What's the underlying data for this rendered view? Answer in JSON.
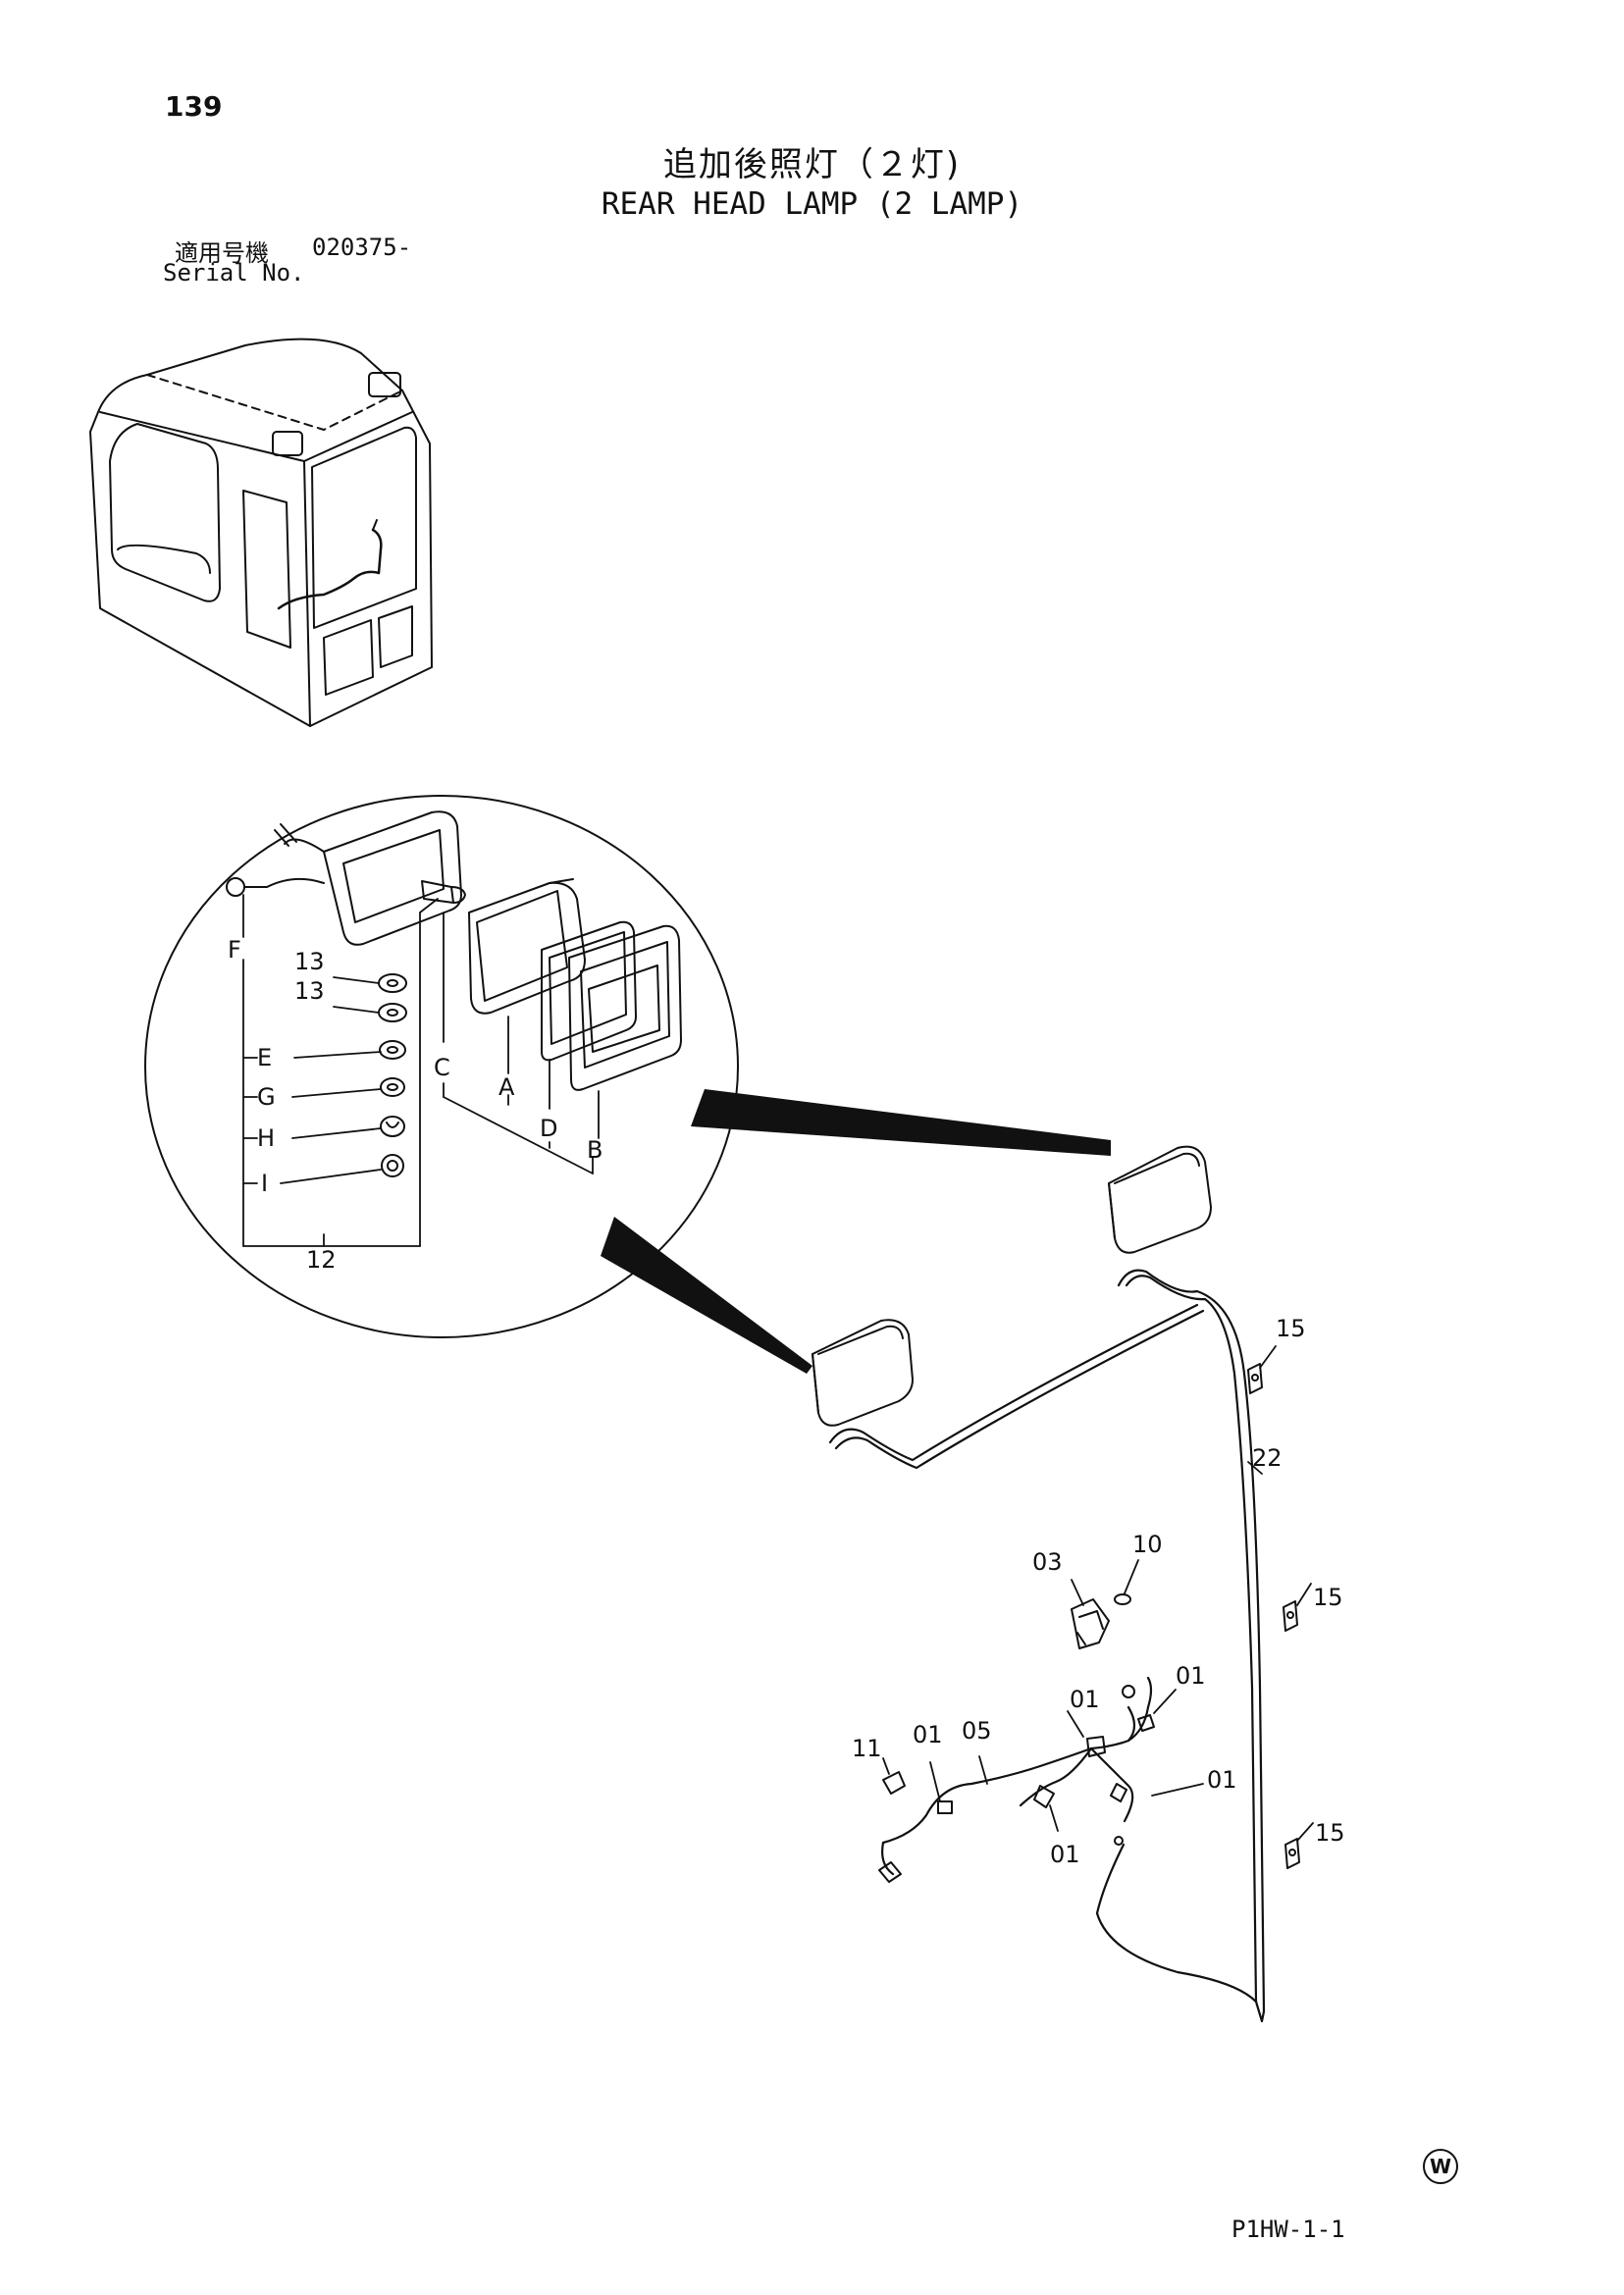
{
  "page_number": "139",
  "title_jp": "追加後照灯（２灯)",
  "title_en": "REAR HEAD LAMP (2 LAMP)",
  "serial": {
    "label_jp": "適用号機",
    "label_en": "Serial No.",
    "value": "020375-"
  },
  "callouts": {
    "F": "F",
    "E": "E",
    "G": "G",
    "H": "H",
    "I": "I",
    "C": "C",
    "A": "A",
    "D": "D",
    "B": "B",
    "n13a": "13",
    "n13b": "13",
    "n12": "12",
    "n15a": "15",
    "n15b": "15",
    "n15c": "15",
    "n22": "22",
    "n03": "03",
    "n10": "10",
    "n11": "11",
    "n01a": "01",
    "n05": "05",
    "n01b": "01",
    "n01c": "01",
    "n01d": "01",
    "n01e": "01"
  },
  "footer": {
    "mark": "W",
    "code": "P1HW-1-1"
  }
}
